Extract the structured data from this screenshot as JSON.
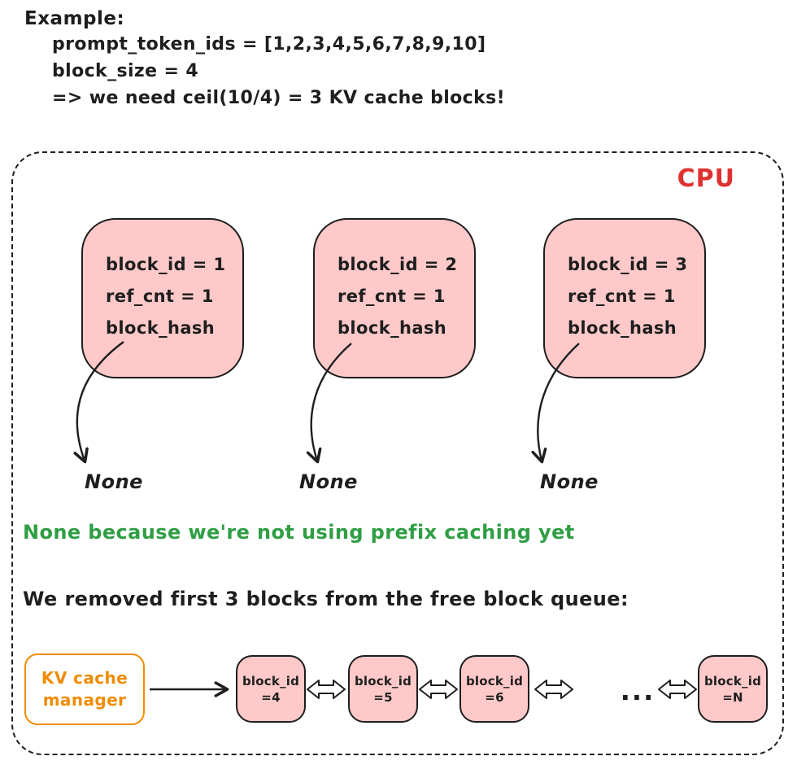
{
  "example": {
    "title": "Example:",
    "lines": [
      "prompt_token_ids = [1,2,3,4,5,6,7,8,9,10]",
      "block_size = 4",
      "=> we need ceil(10/4) = 3 KV cache blocks!"
    ]
  },
  "cpu_label": "CPU",
  "blocks": [
    {
      "lines": [
        "block_id = 1",
        "ref_cnt = 1",
        "block_hash"
      ],
      "pointer": "None"
    },
    {
      "lines": [
        "block_id = 2",
        "ref_cnt = 1",
        "block_hash"
      ],
      "pointer": "None"
    },
    {
      "lines": [
        "block_id = 3",
        "ref_cnt = 1",
        "block_hash"
      ],
      "pointer": "None"
    }
  ],
  "notes": {
    "green": "None because we're not using prefix caching yet",
    "queue": "We removed first 3 blocks from the free block queue:"
  },
  "queue": {
    "manager": {
      "line1": "KV cache",
      "line2": "manager"
    },
    "items": [
      {
        "line1": "block_id",
        "line2": "=4"
      },
      {
        "line1": "block_id",
        "line2": "=5"
      },
      {
        "line1": "block_id",
        "line2": "=6"
      },
      {
        "line1": "block_id",
        "line2": "=N"
      }
    ],
    "ellipsis": "..."
  },
  "colors": {
    "block_fill": "#ffc9c9",
    "stroke": "#1e1e1e",
    "cpu_red": "#e03131",
    "note_green": "#2f9e44",
    "manager_orange": "#f08c00"
  }
}
